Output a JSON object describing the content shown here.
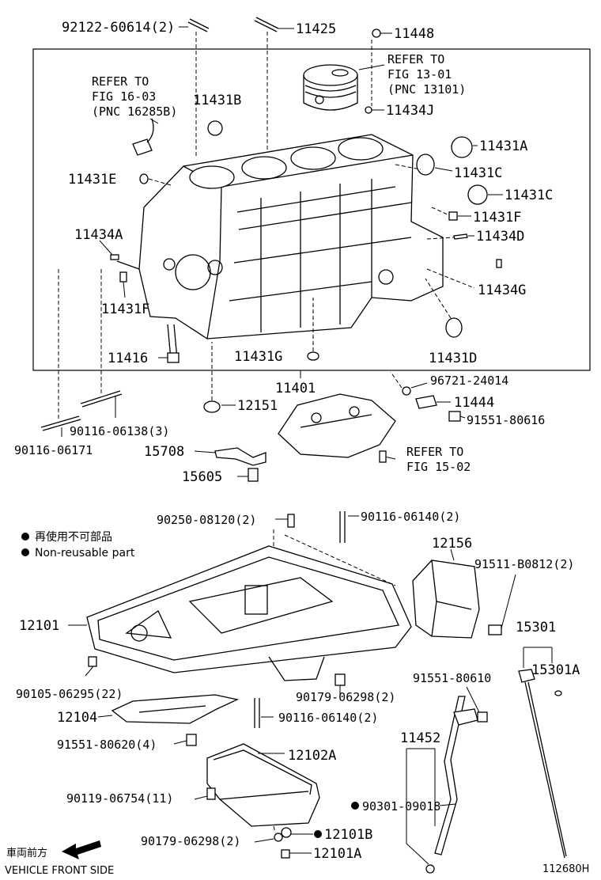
{
  "diagram": {
    "drawing_id": "112680H",
    "callouts": {
      "c92122": "92122-60614(2)",
      "c11425": "11425",
      "c11448": "11448",
      "c11431B": "11431B",
      "c11434J": "11434J",
      "c11431A": "11431A",
      "c11431E": "11431E",
      "c11431C_1": "11431C",
      "c11431C_2": "11431C",
      "c11431F_r": "11431F",
      "c11434D": "11434D",
      "c11434A": "11434A",
      "c11434G": "11434G",
      "c11431F_l": "11431F",
      "c11416": "11416",
      "c11431G": "11431G",
      "c11431D": "11431D",
      "c11401": "11401",
      "c96721": "96721-24014",
      "c12151": "12151",
      "c11444": "11444",
      "c91551_80616": "91551-80616",
      "c90116_06138": "90116-06138(3)",
      "c90116_06171": "90116-06171",
      "c15708": "15708",
      "c15605": "15605",
      "c90250": "90250-08120(2)",
      "c90116_06140_top": "90116-06140(2)",
      "c12156": "12156",
      "c91511": "91511-B0812(2)",
      "c12101": "12101",
      "c15301": "15301",
      "c15301A": "15301A",
      "c90105": "90105-06295(22)",
      "c90179_06298_a": "90179-06298(2)",
      "c91551_80610": "91551-80610",
      "c12104": "12104",
      "c90116_06140_bot": "90116-06140(2)",
      "c11452": "11452",
      "c91551_80620": "91551-80620(4)",
      "c12102A": "12102A",
      "c90119": "90119-06754(11)",
      "c90301": "90301-09018",
      "c90179_06298_b": "90179-06298(2)",
      "c12101B": "12101B",
      "c12101A": "12101A"
    },
    "refer_notes": {
      "fig16": [
        "REFER TO",
        "FIG 16-03",
        "(PNC 16285B)"
      ],
      "fig13": [
        "REFER TO",
        "FIG 13-01",
        "(PNC 13101)"
      ],
      "fig15": [
        "REFER TO",
        "FIG 15-02"
      ]
    },
    "legend": {
      "jp": "再使用不可部品",
      "en": "Non-reusable part"
    },
    "front_indicator": {
      "jp": "車両前方",
      "en": "VEHICLE FRONT SIDE"
    }
  }
}
